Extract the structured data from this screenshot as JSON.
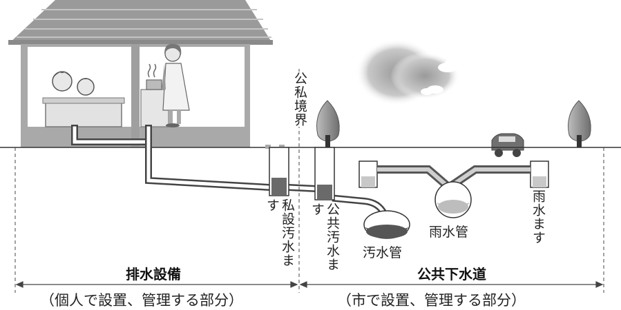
{
  "labels": {
    "boundary": "公私境界",
    "private_manhole": "私設汚水ます",
    "public_manhole": "公共汚水ます",
    "sewage_pipe": "汚水管",
    "rain_pipe": "雨水管",
    "rain_manhole": "雨水ます"
  },
  "sections": {
    "left_title": "排水設備",
    "left_note": "（個人で設置、管理する部分）",
    "right_title": "公共下水道",
    "right_note": "（市で設置、管理する部分）"
  }
}
